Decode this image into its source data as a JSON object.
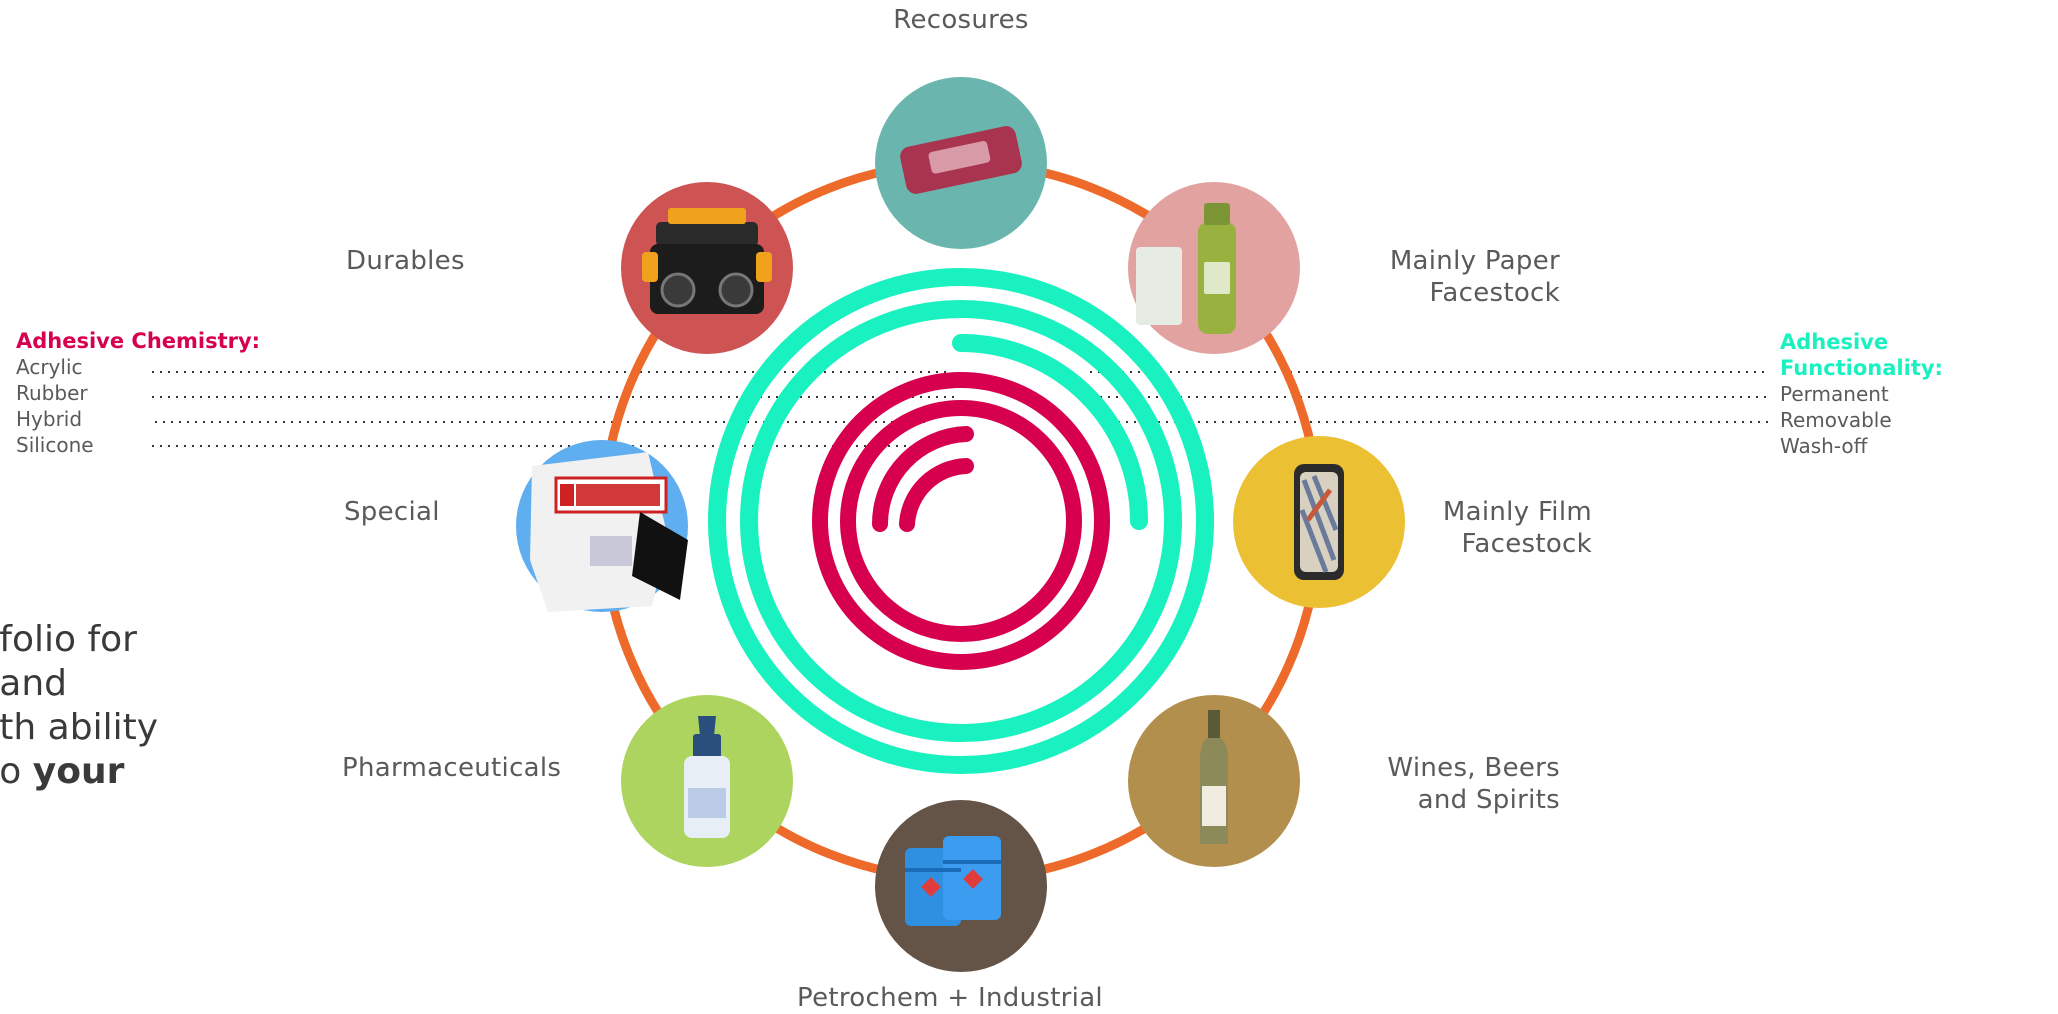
{
  "categories": {
    "top": "Recosures",
    "top_right": [
      "Mainly Paper",
      "Facestock"
    ],
    "right": [
      "Mainly Film",
      "Facestock"
    ],
    "bottom_right": [
      "Wines, Beers",
      "and Spirits"
    ],
    "bottom": "Petrochem + Industrial",
    "bottom_left": "Pharmaceuticals",
    "left": "Special",
    "top_left": "Durables"
  },
  "icons": {
    "top": "wipes-pack-icon",
    "top_right": "juice-bottle-icon",
    "right": "phone-case-icon",
    "bottom_right": "wine-bottle-icon",
    "bottom": "chemical-drums-icon",
    "bottom_left": "dropper-bottle-icon",
    "left": "security-label-icon",
    "top_left": "engine-icon"
  },
  "circle_colors": {
    "top": "#6ab5ae",
    "top_right": "#e2a2a0",
    "right": "#ebc033",
    "bottom_right": "#b38f4d",
    "bottom": "#645447",
    "bottom_left": "#acd45e",
    "left": "#5faef0",
    "top_left": "#cd5452"
  },
  "ring_color": "#ee6a2a",
  "chemistry": {
    "title": "Adhesive Chemistry:",
    "color": "#d6004f",
    "items": [
      "Acrylic",
      "Rubber",
      "Hybrid",
      "Silicone"
    ]
  },
  "functionality": {
    "title": "Adhesive Functionality:",
    "color": "#19f2c0",
    "items": [
      "Permanent",
      "Removable",
      "Wash-off"
    ]
  },
  "tagline": {
    "lines": [
      "folio for",
      "and",
      "th ability",
      "o "
    ],
    "bold": "your"
  }
}
